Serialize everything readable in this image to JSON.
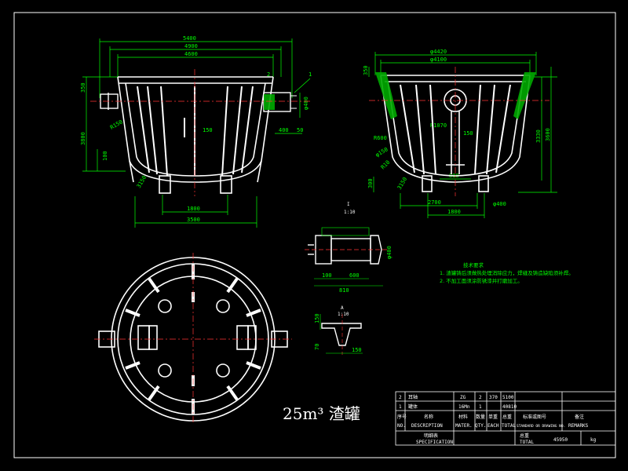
{
  "drawing": {
    "title": "25m³ 渣罐",
    "front_view": {
      "dims_top": [
        "5400",
        "4900",
        "4600"
      ],
      "dims_left": [
        "350",
        "3800",
        "100"
      ],
      "dims_bottom": [
        "1800",
        "3500"
      ],
      "dims_misc": [
        "150",
        "3150",
        "400",
        "50",
        "1",
        "φ400",
        "2",
        "R150"
      ]
    },
    "side_view": {
      "dims_top": [
        "φ4420",
        "φ4100"
      ],
      "dims_right": [
        "3330",
        "3600"
      ],
      "dims_left": [
        "350",
        "R600",
        "φ150",
        "R10",
        "300",
        "3150"
      ],
      "dims_bottom": [
        "2700",
        "1800",
        "φ400"
      ],
      "dims_misc": [
        "R1070",
        "150",
        "800"
      ]
    },
    "trunnion_detail": {
      "scale_label": "I",
      "scale": "1:10",
      "dims": [
        "φ400",
        "100",
        "600",
        "810"
      ]
    },
    "rib_detail": {
      "label": "A",
      "scale": "1:10",
      "dims": [
        "150",
        "70",
        "150"
      ]
    },
    "tech_requirements": {
      "heading": "技术要求",
      "lines": [
        "1. 渣罐铸后须做热处理消除应力，焊缝及铸造缺陷须补焊。",
        "2. 不加工面须涂防锈漆并打磨加工。"
      ]
    },
    "title_block": {
      "rows": [
        {
          "no": "2",
          "name": "耳轴",
          "qty": "2",
          "material": "ZG",
          "weight": "370",
          "total": "5100"
        },
        {
          "no": "1",
          "name": "罐体",
          "qty": "1",
          "material": "16Mn",
          "weight": "",
          "total": "40810"
        }
      ],
      "headers": {
        "no": "序号",
        "no_en": "NO.",
        "name": "名称",
        "name_en": "DESCRIPTION",
        "material": "材料",
        "material_en": "MATER.",
        "qty": "数量",
        "qty_en": "QTY.",
        "single": "单重",
        "single_en": "EACH",
        "total": "总重",
        "total_en": "TOTAL",
        "std": "标准或图号",
        "std_en": "STANDARD OR DRAWING NO.",
        "remarks": "备注",
        "remarks_en": "REMARKS"
      },
      "spec": "明细表",
      "spec_en": "SPECIFICATION",
      "weight_label": "总重",
      "weight_label_en": "TOTAL",
      "total_weight": "45950",
      "unit": "kg"
    }
  }
}
